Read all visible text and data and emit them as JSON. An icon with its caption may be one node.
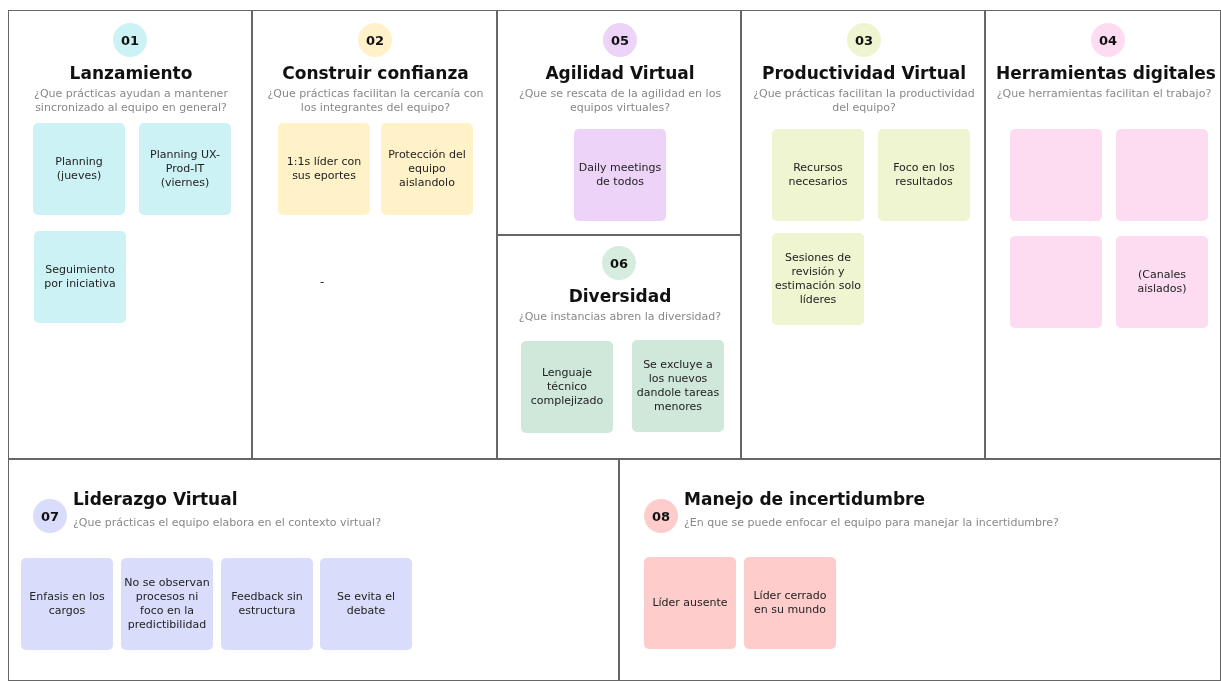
{
  "diagram": {
    "nodes": [
      {
        "text": [
          "Lanzamiento",
          "¿Que prácticas ayudan a mantener sincronizado al equipo en general?"
        ]
      },
      {
        "text": [
          "01"
        ],
        "in": 0
      },
      {
        "text": [
          "Planning (jueves)"
        ],
        "in": 0
      },
      {
        "text": [
          "Planning UX-Prod-IT (viernes)"
        ],
        "in": 0
      },
      {
        "text": [
          "Seguimiento por iniciativa"
        ],
        "in": 0
      },
      {
        "text": [
          "Construir confianza",
          "¿Que prácticas facilitan la cercanía con los integrantes del equipo?"
        ]
      },
      {
        "text": [
          "02"
        ],
        "in": 5
      },
      {
        "text": [
          "1:1s líder con sus eportes"
        ],
        "in": 5
      },
      {
        "text": [
          "Protección del equipo aislandolo"
        ],
        "in": 5
      },
      {
        "text": [
          "Agilidad Virtual",
          "¿Que se rescata de la agilidad en los equipos virtuales?"
        ]
      },
      {
        "text": [
          "05"
        ],
        "in": 9
      },
      {
        "text": [
          "Daily meetings de todos"
        ],
        "in": 9
      },
      {
        "text": [
          "Diversidad",
          "¿Que instancias abren la diversidad?"
        ]
      },
      {
        "text": [
          "06"
        ],
        "in": 12
      },
      {
        "text": [
          "Lenguaje técnico complejizado"
        ],
        "in": 12
      },
      {
        "text": [
          "Se excluye a los nuevos dandole tareas menores"
        ],
        "in": 12
      },
      {
        "text": [
          "Productividad Virtual",
          "¿Que prácticas facilitan la productividad del equipo?"
        ]
      },
      {
        "text": [
          "03"
        ],
        "in": 16
      },
      {
        "text": [
          "Recursos necesarios"
        ],
        "in": 16
      },
      {
        "text": [
          "Foco en los resultados"
        ],
        "in": 16
      },
      {
        "text": [
          "Sesiones de revisión y estimación solo líderes"
        ],
        "in": 16
      },
      {
        "text": [
          "Herramientas digitales",
          "¿Que herramientas facilitan el trabajo?"
        ]
      },
      {
        "text": [
          "04"
        ],
        "in": 21
      },
      {
        "text": [],
        "shape": "box",
        "in": 21
      },
      {
        "text": [],
        "shape": "box",
        "in": 21
      },
      {
        "text": [],
        "shape": "box",
        "in": 21
      },
      {
        "text": [
          "(Canales aislados)"
        ],
        "in": 21
      },
      {
        "text": [
          "Liderazgo Virtual",
          "¿Que prácticas el equipo elabora en el contexto virtual?"
        ]
      },
      {
        "text": [
          "07"
        ],
        "in": 27
      },
      {
        "text": [
          "Enfasis en los cargos"
        ],
        "in": 27
      },
      {
        "text": [
          "No se observan procesos ni foco en la predictibilidad"
        ],
        "in": 27
      },
      {
        "text": [
          "Feedback sin estructura"
        ],
        "in": 27
      },
      {
        "text": [
          "Se evita el debate"
        ],
        "in": 27
      },
      {
        "text": [
          "Manejo de incertidumbre",
          "¿En que se puede enfocar el equipo para manejar la incertidumbre?"
        ]
      },
      {
        "text": [
          "08"
        ],
        "in": 33
      },
      {
        "text": [
          "Líder ausente"
        ],
        "in": 33
      },
      {
        "text": [
          "Líder cerrado en su mundo"
        ],
        "in": 33
      }
    ],
    "edges": [],
    "labels": [
      "-"
    ]
  }
}
